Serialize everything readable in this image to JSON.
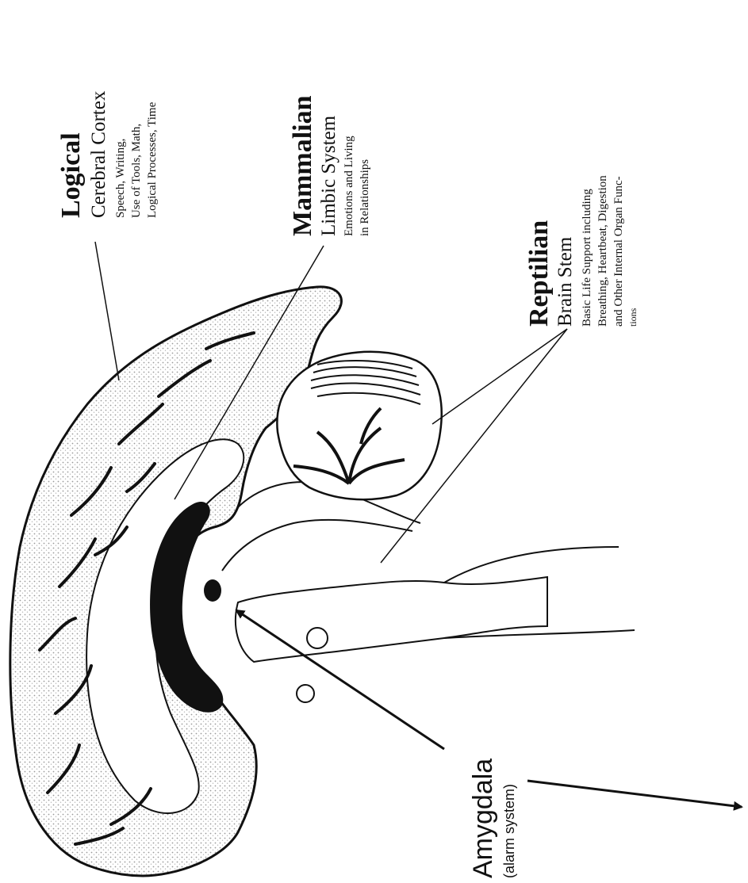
{
  "labels": {
    "logical": {
      "title": "Logical",
      "subtitle": "Cerebral Cortex",
      "lines": [
        "Speech, Writing,",
        "Use of Tools, Math,",
        "Logical Processes, Time"
      ]
    },
    "mammalian": {
      "title": "Mammalian",
      "subtitle": "Limbic System",
      "lines": [
        "Emotions and Living",
        "in Relationships"
      ]
    },
    "reptilian": {
      "title": "Reptilian",
      "subtitle": "Brain Stem",
      "lines": [
        "Basic Life Support including",
        "Breathing, Heartbeat, Digestion",
        "and Other Internal Organ Func-",
        "tions"
      ]
    },
    "amygdala": {
      "title": "Amygdala",
      "subtitle": "(alarm system)"
    }
  },
  "colors": {
    "ink": "#111111",
    "background": "#ffffff",
    "shade": "#c9c9c9"
  }
}
